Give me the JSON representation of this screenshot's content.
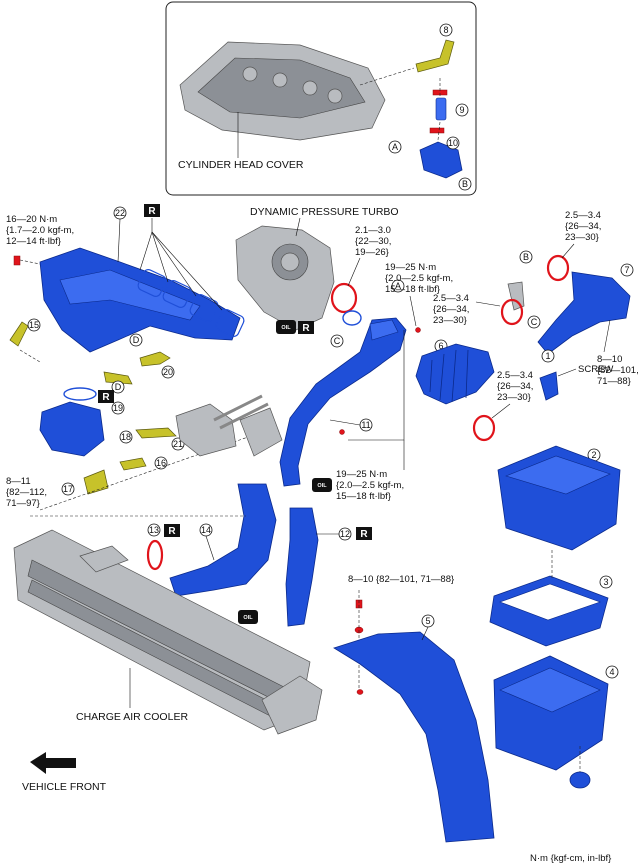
{
  "labels": {
    "cylinder_head_cover": "CYLINDER HEAD COVER",
    "dynamic_pressure_turbo": "DYNAMIC PRESSURE TURBO",
    "charge_air_cooler": "CHARGE AIR COOLER",
    "vehicle_front": "VEHICLE FRONT",
    "screw": "SCREW",
    "units": "N·m {kgf-cm, in-lbf}"
  },
  "callouts": [
    "1",
    "2",
    "3",
    "4",
    "5",
    "6",
    "7",
    "8",
    "9",
    "10",
    "11",
    "12",
    "13",
    "14",
    "15",
    "16",
    "17",
    "18",
    "19",
    "20",
    "21",
    "22"
  ],
  "letter_refs": [
    "A",
    "B",
    "C",
    "D"
  ],
  "badge_r": "R",
  "badge_oil": "OIL",
  "torques": {
    "t_16_20": [
      "16—20 N·m",
      "{1.7—2.0 kgf-m,",
      "12—14 ft·lbf}"
    ],
    "t_8_11": [
      "8—11",
      "{82—112,",
      "71—97}"
    ],
    "t_2_1_3": [
      "2.1—3.0",
      "{22—30,",
      "19—26}"
    ],
    "t_19_25_top": [
      "19—25 N·m",
      "{2.0—2.5 kgf-m,",
      "15—18 ft·lbf}"
    ],
    "t_19_25_bot": [
      "19—25 N·m",
      "{2.0—2.5 kgf-m,",
      "15—18 ft·lbf}"
    ],
    "t_2_5_3_4_a": [
      "2.5—3.4",
      "{26—34,",
      "23—30}"
    ],
    "t_2_5_3_4_b": [
      "2.5—3.4",
      "{26—34,",
      "23—30}"
    ],
    "t_2_5_3_4_c": [
      "2.5—3.4",
      "{26—34,",
      "23—30}"
    ],
    "t_8_10_right": [
      "8—10",
      "{82—101,",
      "71—88}"
    ],
    "t_8_10_mid": [
      "8—10 {82—101, 71—88}"
    ]
  },
  "colors": {
    "part_blue": "#1f4fd8",
    "clamp_red": "#e0141b",
    "hose_yellow": "#c7c22a",
    "metal_gray": "#b9bcc0"
  }
}
